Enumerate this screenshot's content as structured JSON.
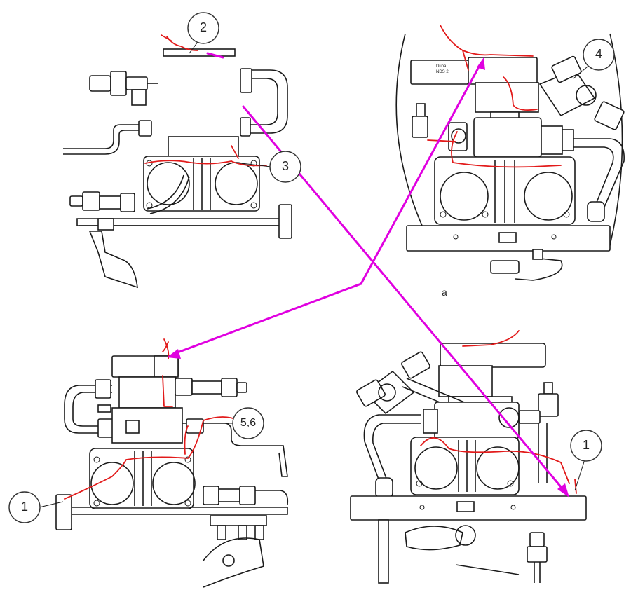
{
  "callouts": {
    "c2": "2",
    "c3": "3",
    "c4": "4",
    "c56": "5,6",
    "c1_left": "1",
    "c1_right": "1"
  },
  "stray_mark": "a",
  "colors": {
    "wire": "#e21a1a",
    "arrow": "#e000e0",
    "line": "#1a1a1a"
  }
}
